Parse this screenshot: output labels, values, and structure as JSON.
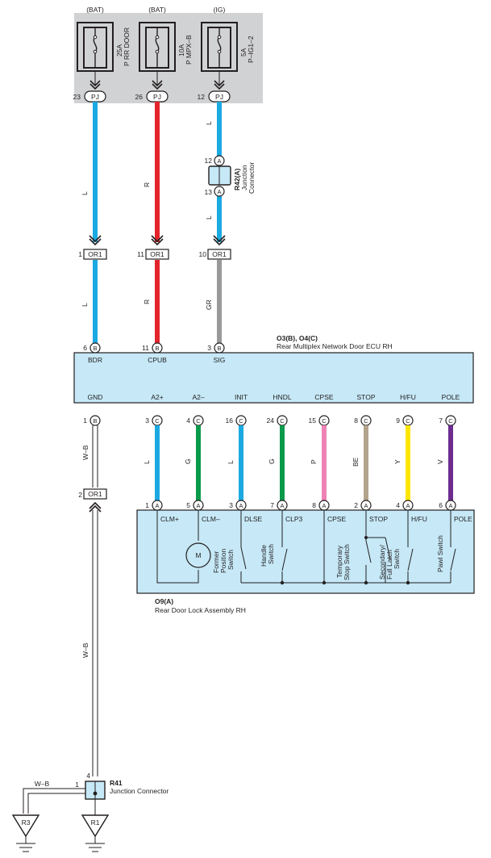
{
  "fuse_panel": {
    "fuses": [
      {
        "source": "(BAT)",
        "rating": "25A",
        "name": "P RR DOOR",
        "pin": "23",
        "conn": "PJ"
      },
      {
        "source": "(BAT)",
        "rating": "10A",
        "name": "P MPX–B",
        "pin": "26",
        "conn": "PJ"
      },
      {
        "source": "(IG)",
        "rating": "5A",
        "name": "P–IG1–2",
        "pin": "12",
        "conn": "PJ"
      }
    ]
  },
  "wires": {
    "l": "L",
    "r": "R",
    "gr": "GR",
    "wb": "W–B",
    "g": "G",
    "p": "P",
    "be": "BE",
    "y": "Y",
    "v": "V"
  },
  "colors": {
    "blue": "#1ba9e1",
    "red": "#e3242b",
    "gray": "#999999",
    "green": "#0a9a4b",
    "pink": "#ee82b4",
    "tan": "#b3a38c",
    "yellow": "#ffe600",
    "purple": "#6d2c90",
    "ecu_fill": "#c6e8f7",
    "panel_gray": "#d1d2d4"
  },
  "junction_r42": {
    "name": "R42(A)",
    "desc1": "Junction",
    "desc2": "Connector",
    "pin_top": "12",
    "pin_bottom": "13",
    "conn": "A"
  },
  "or1": {
    "label": "OR1",
    "pins": [
      "1",
      "11",
      "10",
      "2"
    ]
  },
  "ecu": {
    "name": "O3(B), O4(C)",
    "desc": "Rear Multiplex Network Door ECU RH",
    "top_pins": [
      {
        "pin": "6",
        "conn": "B",
        "term": "BDR"
      },
      {
        "pin": "11",
        "conn": "B",
        "term": "CPUB"
      },
      {
        "pin": "3",
        "conn": "B",
        "term": "SIG"
      }
    ],
    "bottom_pins": [
      {
        "pin": "1",
        "conn": "B",
        "term": "GND"
      },
      {
        "pin": "3",
        "conn": "C",
        "term": "A2+"
      },
      {
        "pin": "4",
        "conn": "C",
        "term": "A2–"
      },
      {
        "pin": "16",
        "conn": "C",
        "term": "INIT"
      },
      {
        "pin": "24",
        "conn": "C",
        "term": "HNDL"
      },
      {
        "pin": "15",
        "conn": "C",
        "term": "CPSE"
      },
      {
        "pin": "8",
        "conn": "C",
        "term": "STOP"
      },
      {
        "pin": "9",
        "conn": "C",
        "term": "H/FU"
      },
      {
        "pin": "7",
        "conn": "C",
        "term": "POLE"
      }
    ]
  },
  "lock": {
    "name": "O9(A)",
    "desc": "Rear Door Lock Assembly RH",
    "pins": [
      {
        "pin": "1",
        "conn": "A",
        "term": "CLM+"
      },
      {
        "pin": "5",
        "conn": "A",
        "term": "CLM–"
      },
      {
        "pin": "3",
        "conn": "A",
        "term": "DLSE"
      },
      {
        "pin": "7",
        "conn": "A",
        "term": "CLP3"
      },
      {
        "pin": "8",
        "conn": "A",
        "term": "CPSE"
      },
      {
        "pin": "2",
        "conn": "A",
        "term": "STOP"
      },
      {
        "pin": "4",
        "conn": "A",
        "term": "H/FU"
      },
      {
        "pin": "6",
        "conn": "A",
        "term": "POLE"
      }
    ],
    "motor": "M",
    "switches": {
      "former1": "Former",
      "former2": "Position",
      "former3": "Switch",
      "handle1": "Handle",
      "handle2": "Switch",
      "temp1": "Temporary",
      "temp2": "Stop Switch",
      "sec1": "Secondary/",
      "sec2": "Full Latch",
      "sec3": "Switch",
      "pawl": "Pawl Switch"
    }
  },
  "r41": {
    "name": "R41",
    "desc": "Junction Connector",
    "pin_top": "4",
    "pin_left": "1"
  },
  "grounds": {
    "r3": "R3",
    "r1": "R1"
  }
}
